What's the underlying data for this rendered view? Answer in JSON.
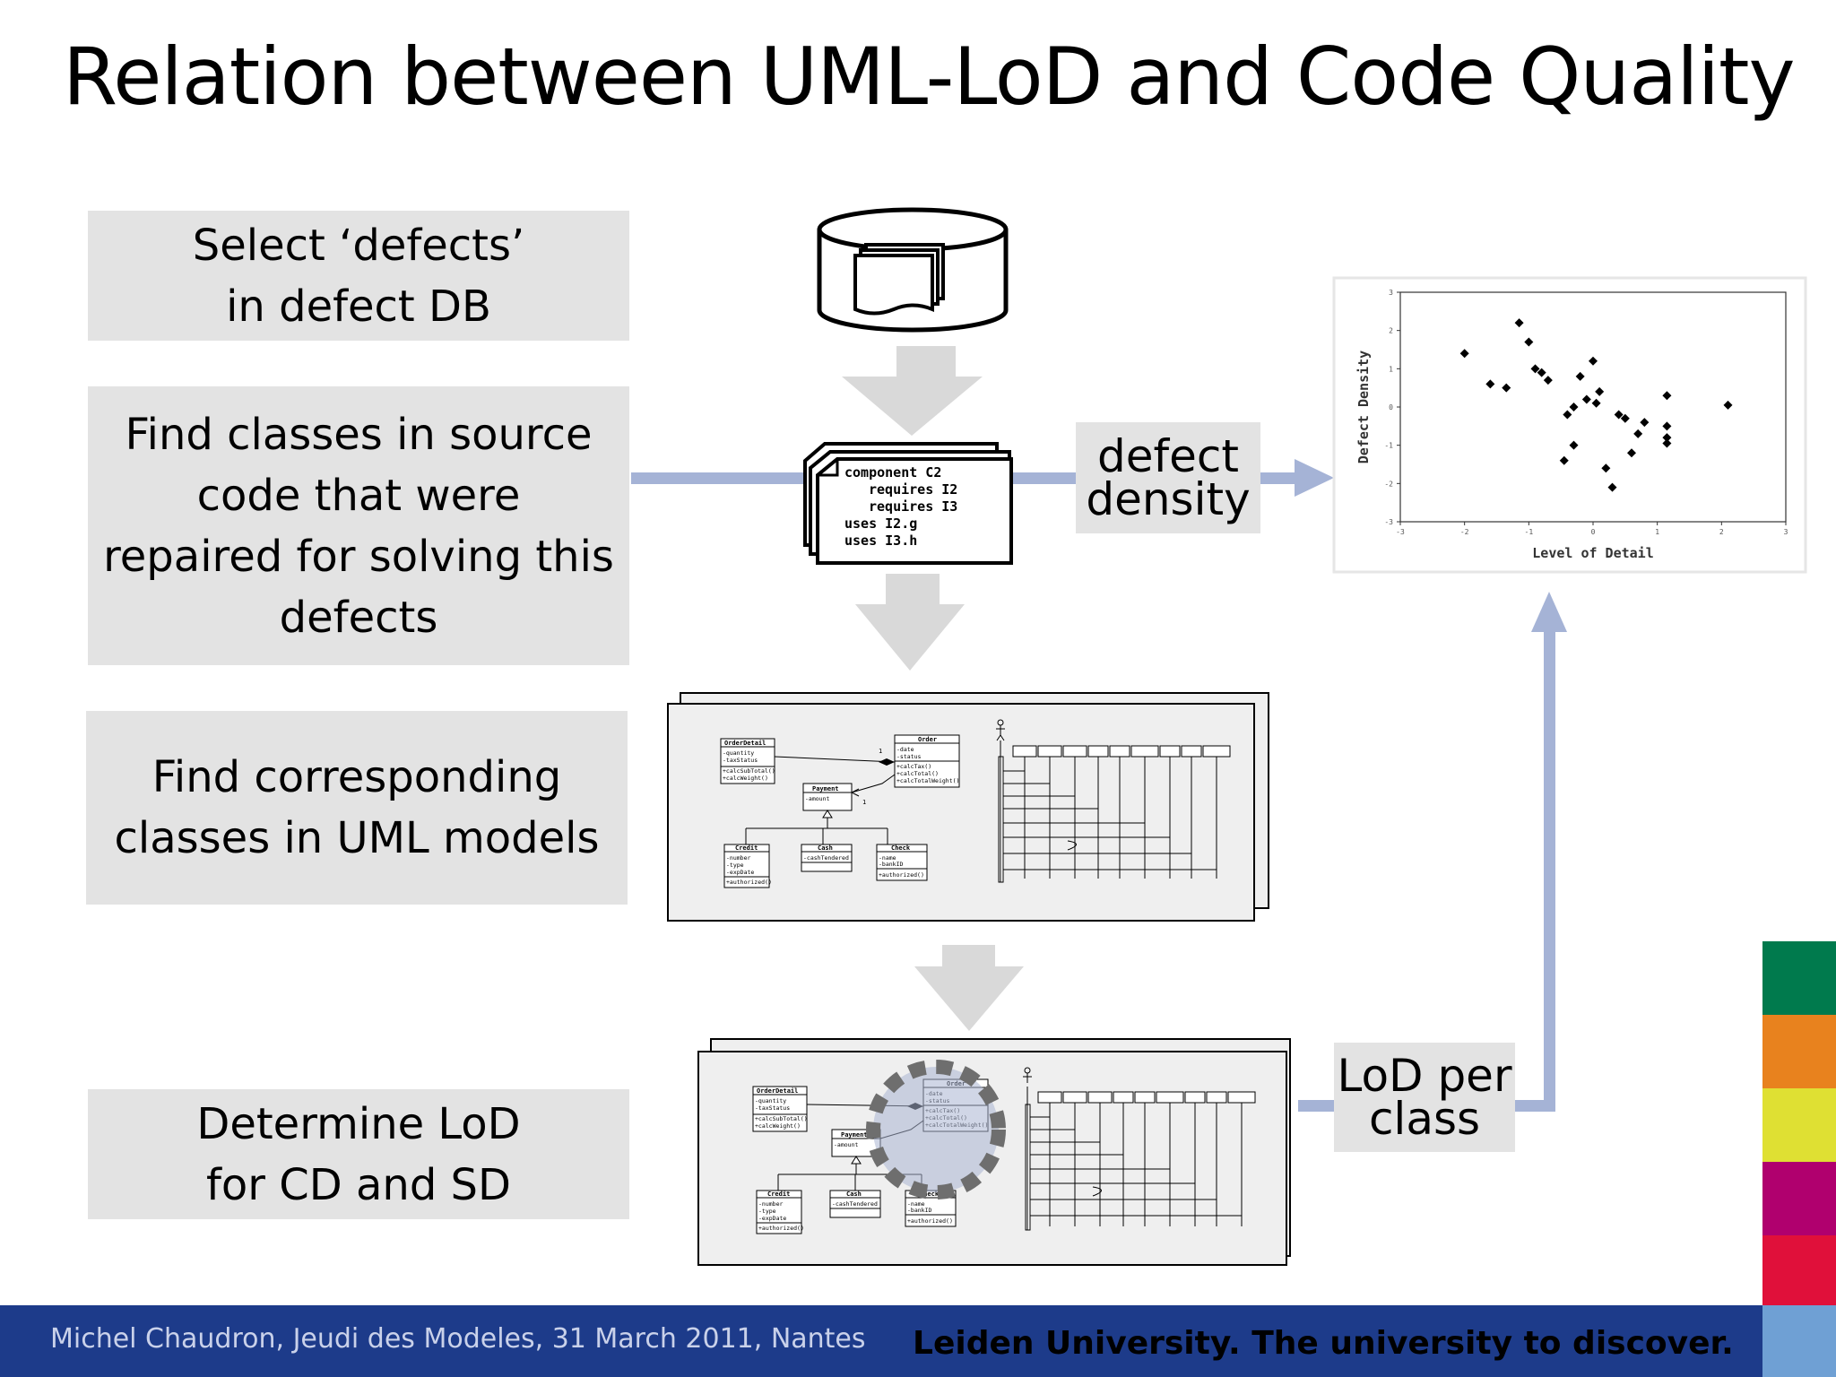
{
  "title": "Relation between UML-LoD and Code Quality",
  "steps": [
    {
      "lines": [
        "Select ‘defects’",
        "in defect DB"
      ]
    },
    {
      "lines": [
        "Find classes in source",
        "code that were",
        "repaired for solving this",
        "defects"
      ]
    },
    {
      "lines": [
        "Find corresponding",
        "classes in UML models"
      ]
    },
    {
      "lines": [
        "Determine LoD",
        "for CD and SD"
      ]
    }
  ],
  "labels": {
    "defect_density": [
      "defect",
      "density"
    ],
    "lod_per_class": [
      "LoD per",
      "class"
    ]
  },
  "code_doc": [
    "component C2",
    "requires I2",
    "requires I3",
    "uses I2.g",
    "uses I3.h"
  ],
  "uml": {
    "order_detail": {
      "name": "OrderDetail",
      "attrs": [
        "-quantity",
        "-taxStatus"
      ],
      "ops": [
        "+calcSubTotal()",
        "+calcWeight()"
      ]
    },
    "order": {
      "name": "Order",
      "attrs": [
        "-date",
        "-status"
      ],
      "ops": [
        "+calcTax()",
        "+calcTotal()",
        "+calcTotalWeight()"
      ]
    },
    "payment": {
      "name": "Payment",
      "attrs": [
        "-amount"
      ]
    },
    "credit": {
      "name": "Credit",
      "attrs": [
        "-number",
        "-type",
        "-expDate"
      ],
      "ops": [
        "+authorized()"
      ]
    },
    "cash": {
      "name": "Cash",
      "attrs": [
        "-cashTendered"
      ]
    },
    "check": {
      "name": "Check",
      "attrs": [
        "-name",
        "-bankID"
      ],
      "ops": [
        "+authorized()"
      ]
    },
    "multiplicity": "1"
  },
  "chart_data": {
    "type": "scatter",
    "xlabel": "Level of Detail",
    "ylabel": "Defect Density",
    "xlim": [
      -3,
      3
    ],
    "ylim": [
      -3,
      3
    ],
    "xticks": [
      "-3",
      "-2",
      "-1",
      "0",
      "1",
      "2",
      "3"
    ],
    "yticks": [
      "3",
      "2",
      "1",
      "0",
      "-1",
      "-2",
      "-3"
    ],
    "points": [
      {
        "x": -2.0,
        "y": 1.4
      },
      {
        "x": -1.6,
        "y": 0.6
      },
      {
        "x": -1.35,
        "y": 0.5
      },
      {
        "x": -1.15,
        "y": 2.2
      },
      {
        "x": -1.0,
        "y": 1.7
      },
      {
        "x": -0.9,
        "y": 1.0
      },
      {
        "x": -0.8,
        "y": 0.9
      },
      {
        "x": -0.7,
        "y": 0.7
      },
      {
        "x": -0.45,
        "y": -1.4
      },
      {
        "x": -0.4,
        "y": -0.2
      },
      {
        "x": -0.3,
        "y": -1.0
      },
      {
        "x": -0.3,
        "y": 0.0
      },
      {
        "x": -0.2,
        "y": 0.8
      },
      {
        "x": -0.1,
        "y": 0.2
      },
      {
        "x": 0.0,
        "y": 1.2
      },
      {
        "x": 0.05,
        "y": 0.1
      },
      {
        "x": 0.1,
        "y": 0.4
      },
      {
        "x": 0.2,
        "y": -1.6
      },
      {
        "x": 0.3,
        "y": -2.1
      },
      {
        "x": 0.4,
        "y": -0.2
      },
      {
        "x": 0.5,
        "y": -0.3
      },
      {
        "x": 0.6,
        "y": -1.2
      },
      {
        "x": 0.7,
        "y": -0.7
      },
      {
        "x": 0.8,
        "y": -0.4
      },
      {
        "x": 1.15,
        "y": 0.3
      },
      {
        "x": 1.15,
        "y": -0.5
      },
      {
        "x": 1.15,
        "y": -0.8
      },
      {
        "x": 1.15,
        "y": -0.95
      },
      {
        "x": 2.1,
        "y": 0.05
      }
    ]
  },
  "footer": {
    "left": "Michel Chaudron, Jeudi des Modeles, 31 March 2011, Nantes",
    "right": "Leiden University. The university to discover."
  },
  "colors": {
    "step_bg": "#e3e3e3",
    "arrow_gray": "#d9d9d9",
    "connector_blue": "#a5b3d6",
    "footer_bg": "#1d3b8a",
    "stripes": [
      "#007a4d",
      "#e8821e",
      "#dfe033",
      "#b0006e",
      "#e0103a",
      "#6fa0d4"
    ]
  }
}
